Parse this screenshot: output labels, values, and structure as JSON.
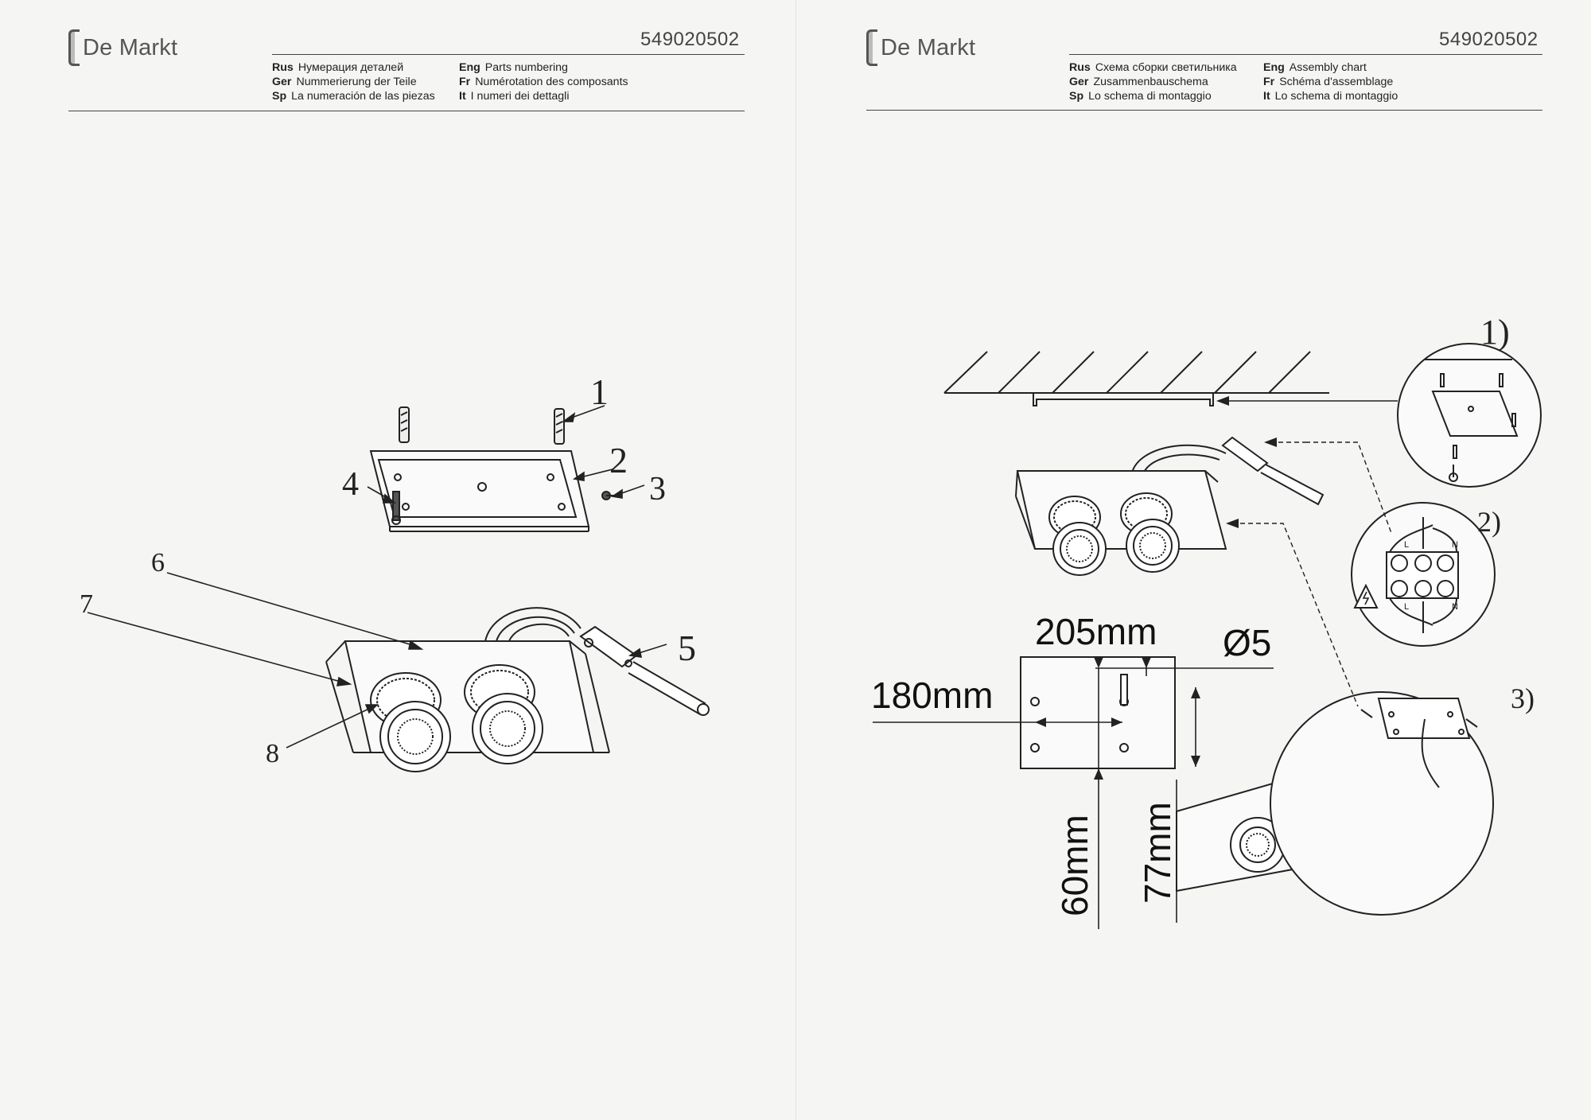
{
  "brand": "De Markt",
  "doc_number": "549020502",
  "left_page": {
    "languages": [
      {
        "code": "Rus",
        "text": "Нумерация деталей"
      },
      {
        "code": "Ger",
        "text": "Nummerierung der Teile"
      },
      {
        "code": "Sp",
        "text": "La numeración de las piezas"
      },
      {
        "code": "Eng",
        "text": "Parts numbering"
      },
      {
        "code": "Fr",
        "text": "Numérotation des composants"
      },
      {
        "code": "It",
        "text": "I numeri dei dettagli"
      }
    ],
    "callouts": [
      "1",
      "2",
      "3",
      "4",
      "5",
      "6",
      "7",
      "8"
    ]
  },
  "right_page": {
    "languages": [
      {
        "code": "Rus",
        "text": "Схема сборки светильника"
      },
      {
        "code": "Ger",
        "text": "Zusammenbauschema"
      },
      {
        "code": "Sp",
        "text": "Lo schema di montaggio"
      },
      {
        "code": "Eng",
        "text": "Assembly chart"
      },
      {
        "code": "Fr",
        "text": "Schéma d'assemblage"
      },
      {
        "code": "It",
        "text": "Lo schema di montaggio"
      }
    ],
    "steps": [
      "1)",
      "2)",
      "3)"
    ],
    "dimensions": {
      "width": "205mm",
      "hole": "Ø5",
      "depth": "180mm",
      "height_a": "60mm",
      "height_b": "77mm"
    },
    "wiring_labels": {
      "line": "L",
      "neutral": "N"
    }
  }
}
